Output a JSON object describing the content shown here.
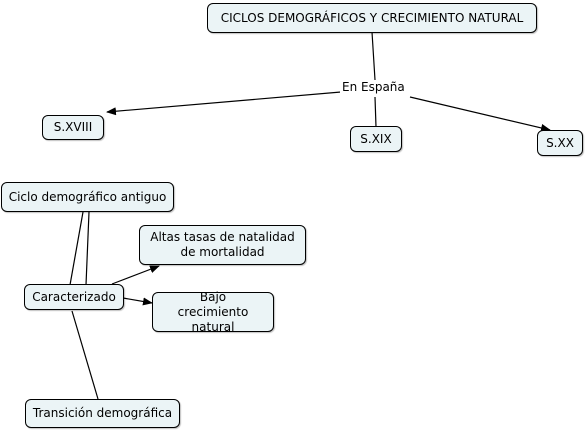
{
  "map": {
    "title": "CICLOS DEMOGRÁFICOS Y CRECIMIENTO NATURAL",
    "link_label": "En España",
    "centuries": [
      "S.XVIII",
      "S.XIX",
      "S.XX"
    ],
    "cycle": "Ciclo demográfico antiguo",
    "link_characterized": "Caracterizado",
    "trait_1": "Altas tasas de natalidad de mortalidad",
    "trait_2": "Bajo crecimiento natural",
    "transition": "Transición demográfica"
  }
}
